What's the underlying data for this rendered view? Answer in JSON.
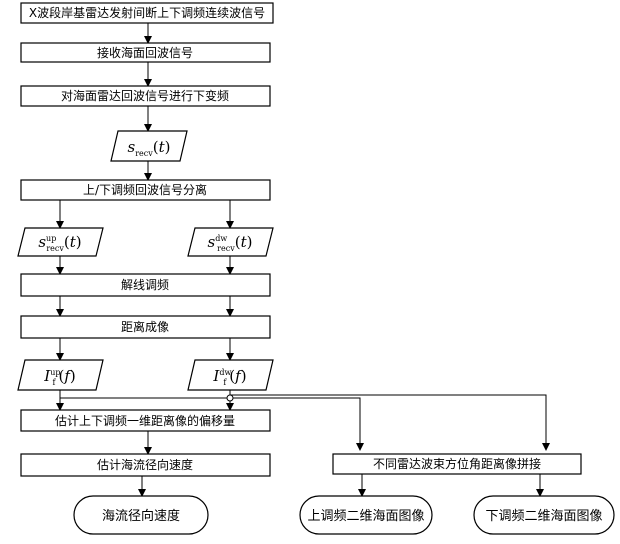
{
  "steps": {
    "transmit": "X波段岸基雷达发射间断上下调频连续波信号",
    "receive": "接收海面回波信号",
    "downconvert": "对海面雷达回波信号进行下变频",
    "separate": "上/下调频回波信号分离",
    "dechirp": "解线调频",
    "range_imaging": "距离成像",
    "estimate_offset": "估计上下调频一维距离像的偏移量",
    "estimate_velocity": "估计海流径向速度",
    "stitch": "不同雷达波束方位角距离像拼接"
  },
  "signals": {
    "s_recv": {
      "base": "s",
      "sub": "recv",
      "sup": "",
      "arg": "t"
    },
    "s_recv_up": {
      "base": "s",
      "sub": "recv",
      "sup": "up",
      "arg": "t"
    },
    "s_recv_dw": {
      "base": "s",
      "sub": "recv",
      "sup": "dw",
      "arg": "t"
    },
    "i_up": {
      "base": "I",
      "sub": "f",
      "sup": "up",
      "arg": "f"
    },
    "i_dw": {
      "base": "I",
      "sub": "f",
      "sup": "dw",
      "arg": "f"
    }
  },
  "outputs": {
    "velocity": "海流径向速度",
    "up_image": "上调频二维海面图像",
    "down_image": "下调频二维海面图像"
  }
}
